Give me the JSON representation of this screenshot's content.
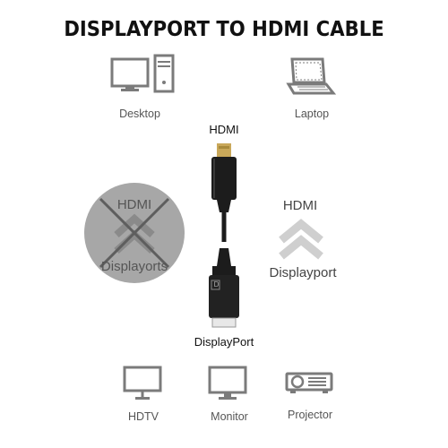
{
  "title": "DISPLAYPORT TO HDMI CABLE",
  "devices_top": [
    {
      "label": "Desktop",
      "icon": "desktop-icon"
    },
    {
      "label": "Laptop",
      "icon": "laptop-icon"
    }
  ],
  "devices_bottom": [
    {
      "label": "HDTV",
      "icon": "tv-icon"
    },
    {
      "label": "Monitor",
      "icon": "monitor-icon"
    },
    {
      "label": "Projector",
      "icon": "projector-icon"
    }
  ],
  "cable": {
    "top_label": "HDMI",
    "bottom_label": "DisplayPort",
    "port_marking": "D"
  },
  "crossed_direction": {
    "top_label": "HDMI",
    "bottom_label": "Displayorts"
  },
  "valid_direction": {
    "top_label": "HDMI",
    "bottom_label": "Displayport"
  },
  "colors": {
    "icon_gray": "#7b7b7b",
    "cross_gray": "#a7a7a7",
    "cable_black": "#1c1c1c",
    "connector_gold": "#c9a85a"
  }
}
